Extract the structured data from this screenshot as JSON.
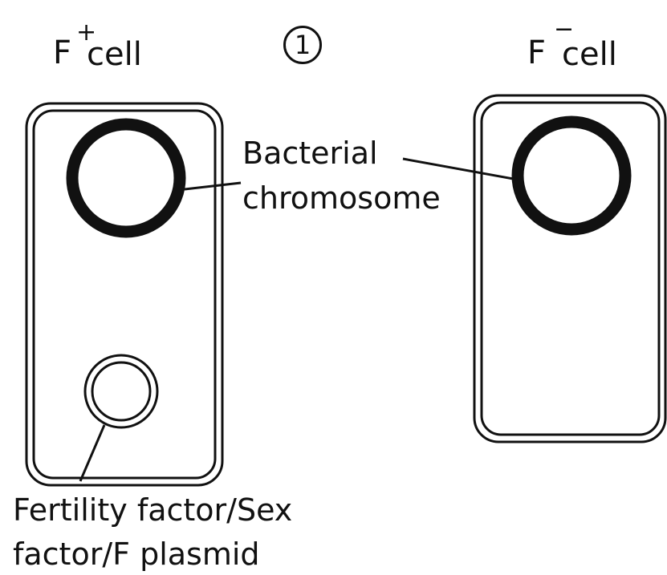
{
  "step_marker": "1",
  "cells": {
    "f_plus": {
      "letter": "F",
      "superscript": "+",
      "word": "cell"
    },
    "f_minus": {
      "letter": "F",
      "superscript": "−",
      "word": "cell"
    }
  },
  "labels": {
    "chromosome_line1": "Bacterial",
    "chromosome_line2": "chromosome",
    "plasmid_line1": "Fertility factor/Sex",
    "plasmid_line2": "factor/F plasmid"
  },
  "colors": {
    "outline": "#111111",
    "background": "#ffffff"
  }
}
